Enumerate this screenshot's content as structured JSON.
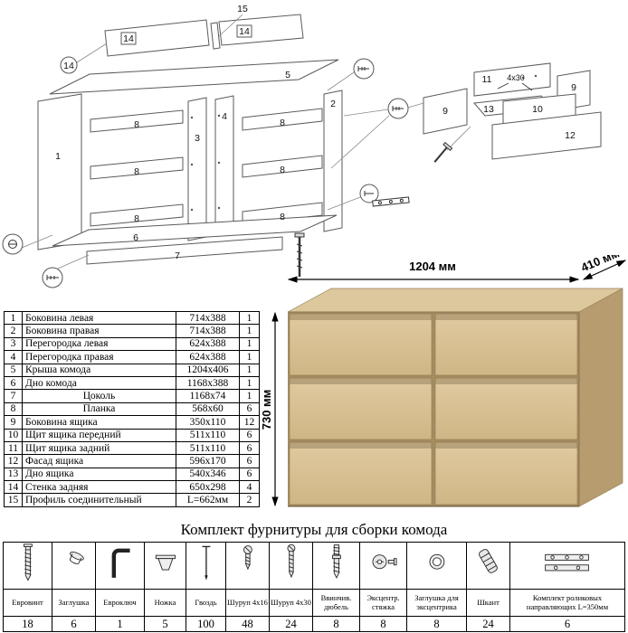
{
  "diagram": {
    "n1": "1",
    "n2": "2",
    "n3": "3",
    "n4": "4",
    "n5": "5",
    "n6": "6",
    "n7": "7",
    "n8": "8",
    "n9": "9",
    "n10": "10",
    "n11": "11",
    "n12": "12",
    "n13": "13",
    "n14": "14",
    "n15": "15",
    "size_label": "4x30"
  },
  "parts_table": {
    "rows": [
      {
        "num": "1",
        "name": "Боковина левая",
        "size": "714x388",
        "qty": "1"
      },
      {
        "num": "2",
        "name": "Боковина правая",
        "size": "714x388",
        "qty": "1"
      },
      {
        "num": "3",
        "name": "Перегородка левая",
        "size": "624x388",
        "qty": "1"
      },
      {
        "num": "4",
        "name": "Перегородка правая",
        "size": "624x388",
        "qty": "1"
      },
      {
        "num": "5",
        "name": "Крыша комода",
        "size": "1204x406",
        "qty": "1"
      },
      {
        "num": "6",
        "name": "Дно комода",
        "size": "1168x388",
        "qty": "1"
      },
      {
        "num": "7",
        "name": "Цоколь",
        "size": "1168x74",
        "qty": "1"
      },
      {
        "num": "8",
        "name": "Планка",
        "size": "568x60",
        "qty": "6"
      },
      {
        "num": "9",
        "name": "Боковина ящика",
        "size": "350x110",
        "qty": "12"
      },
      {
        "num": "10",
        "name": "Щит ящика передний",
        "size": "511x110",
        "qty": "6"
      },
      {
        "num": "11",
        "name": "Щит ящика задний",
        "size": "511x110",
        "qty": "6"
      },
      {
        "num": "12",
        "name": "Фасад ящика",
        "size": "596x170",
        "qty": "6"
      },
      {
        "num": "13",
        "name": "Дно ящика",
        "size": "540x346",
        "qty": "6"
      },
      {
        "num": "14",
        "name": "Стенка задняя",
        "size": "650x298",
        "qty": "4"
      },
      {
        "num": "15",
        "name": "Профиль соединительный",
        "size": "L=662мм",
        "qty": "2"
      }
    ]
  },
  "product": {
    "width": "1204 мм",
    "depth": "410 мм",
    "height": "730 мм"
  },
  "hardware": {
    "title": "Комплект фурнитуры для сборки комода",
    "items": [
      {
        "name": "Евровинт",
        "qty": "18"
      },
      {
        "name": "Заглушка",
        "qty": "6"
      },
      {
        "name": "Евроключ",
        "qty": "1"
      },
      {
        "name": "Ножка",
        "qty": "5"
      },
      {
        "name": "Гвоздь",
        "qty": "100"
      },
      {
        "name": "Шуруп 4x16",
        "qty": "48"
      },
      {
        "name": "Шуруп 4x30",
        "qty": "24"
      },
      {
        "name": "Ввинчив. дюбель",
        "qty": "8"
      },
      {
        "name": "Эксцентр. стяжка",
        "qty": "8"
      },
      {
        "name": "Заглушка для эксцентрика",
        "qty": "8"
      },
      {
        "name": "Шкант",
        "qty": "24"
      },
      {
        "name": "Комплект роликовых направляющих L=350мм",
        "qty": "6"
      }
    ]
  },
  "colors": {
    "wood_front": "#d7bf93",
    "wood_top": "#ddc79d",
    "wood_side": "#b69c6f",
    "line": "#5a5a5a"
  }
}
